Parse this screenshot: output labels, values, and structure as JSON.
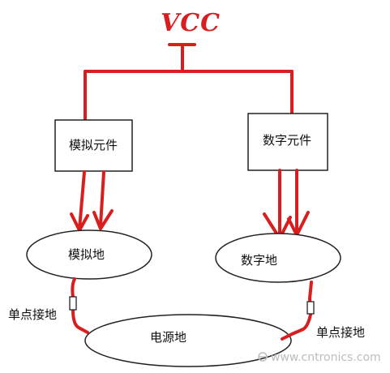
{
  "labels": {
    "vcc": "VCC",
    "analog_component": "模拟元件",
    "digital_component": "数字元件",
    "analog_ground": "模拟地",
    "digital_ground": "数字地",
    "power_ground": "电源地",
    "single_point_left": "单点接地",
    "single_point_right": "单点接地"
  },
  "watermark": "www.cntronics.com",
  "colors": {
    "wire": "#d81e1e",
    "outline": "#222222",
    "text": "#111111",
    "watermark": "#bdbdbd"
  }
}
